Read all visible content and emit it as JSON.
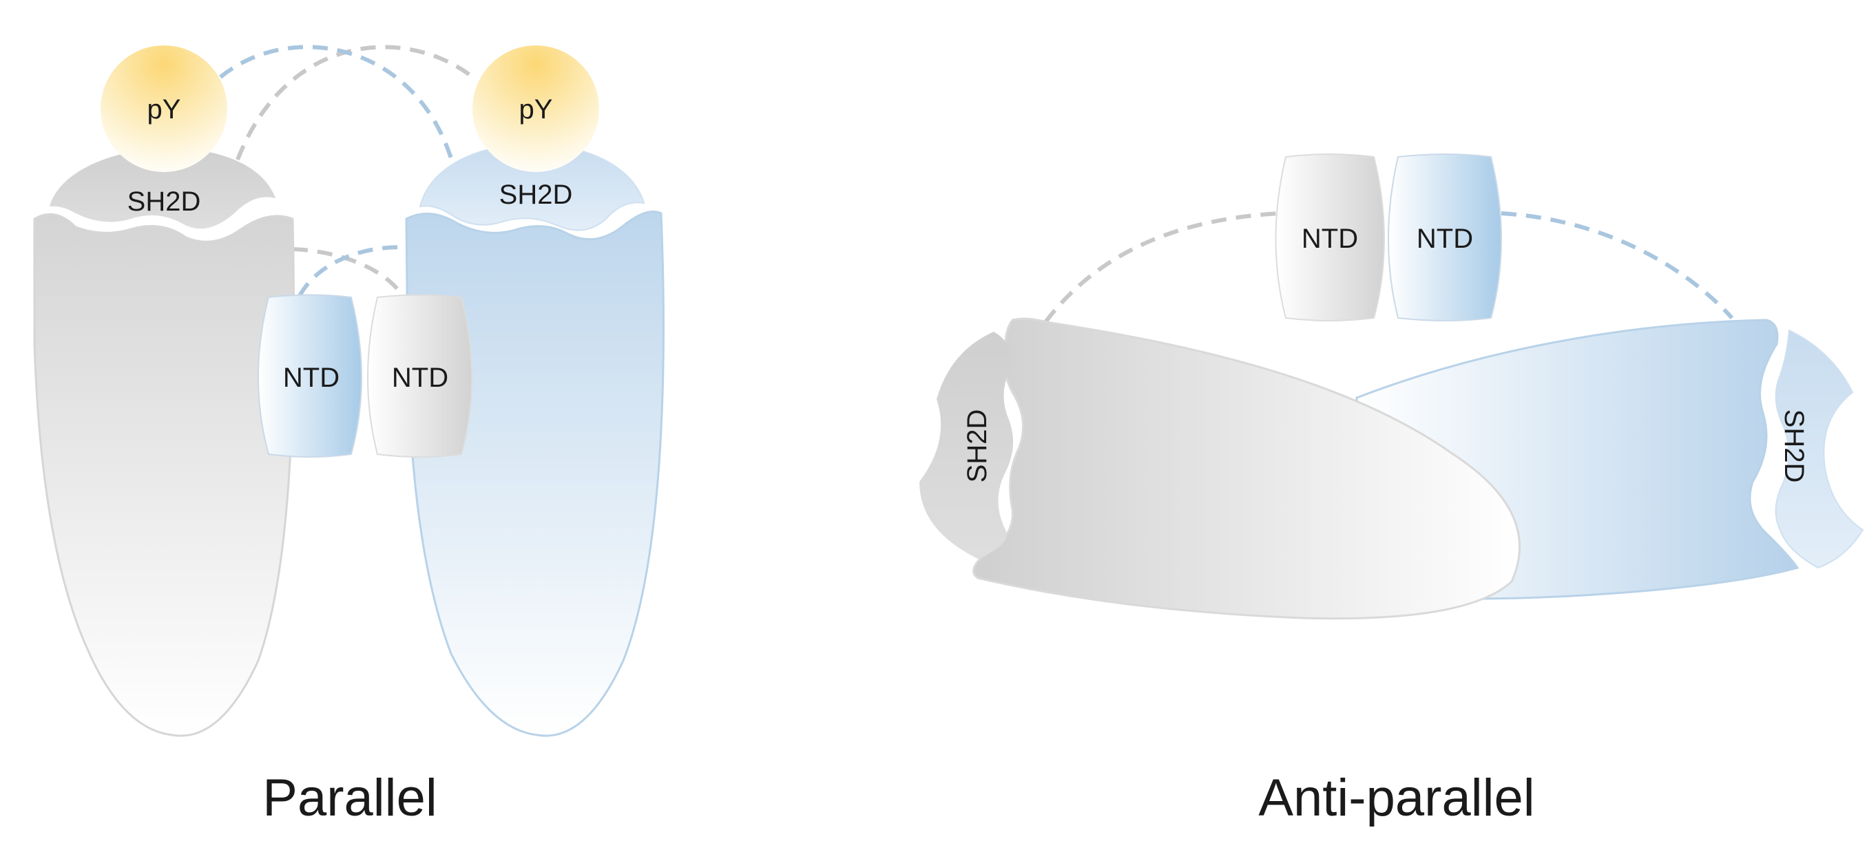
{
  "parallel": {
    "caption": "Parallel",
    "left_monomer": {
      "sh2d_label": "SH2D",
      "ntd_label": "NTD",
      "ligand_label": "pY"
    },
    "right_monomer": {
      "sh2d_label": "SH2D",
      "ntd_label": "NTD",
      "ligand_label": "pY"
    }
  },
  "antiparallel": {
    "caption": "Anti-parallel",
    "left_monomer": {
      "sh2d_label": "SH2D",
      "ntd_label": "NTD"
    },
    "right_monomer": {
      "sh2d_label": "SH2D",
      "ntd_label": "NTD"
    }
  },
  "colors": {
    "gray_fill": "#d6d6d6",
    "blue_fill": "#bcd5ea",
    "ligand_fill": "#fbe3a0",
    "gray_linker": "#c8c8c8",
    "blue_linker": "#a9c6df",
    "text": "#1a1a1a"
  }
}
